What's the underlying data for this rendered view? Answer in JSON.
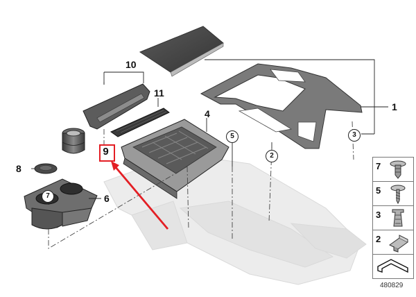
{
  "callouts": {
    "c1": "1",
    "c2": "2",
    "c3": "3",
    "c4": "4",
    "c5": "5",
    "c6": "6",
    "c7": "7",
    "c8": "8",
    "c9": "9",
    "c10": "10",
    "c11": "11"
  },
  "legend": {
    "items": [
      {
        "num": "7",
        "icon": "mushroom-clip-icon"
      },
      {
        "num": "5",
        "icon": "screw-icon"
      },
      {
        "num": "3",
        "icon": "expanding-nut-icon"
      },
      {
        "num": "2",
        "icon": "spring-clip-icon"
      }
    ],
    "foot_icon": "angle-bracket-icon"
  },
  "document_number": "480829",
  "colors": {
    "highlight": "#e31e24",
    "part_dark": "#4a4a4a",
    "ghost": "#e6e6e6"
  }
}
